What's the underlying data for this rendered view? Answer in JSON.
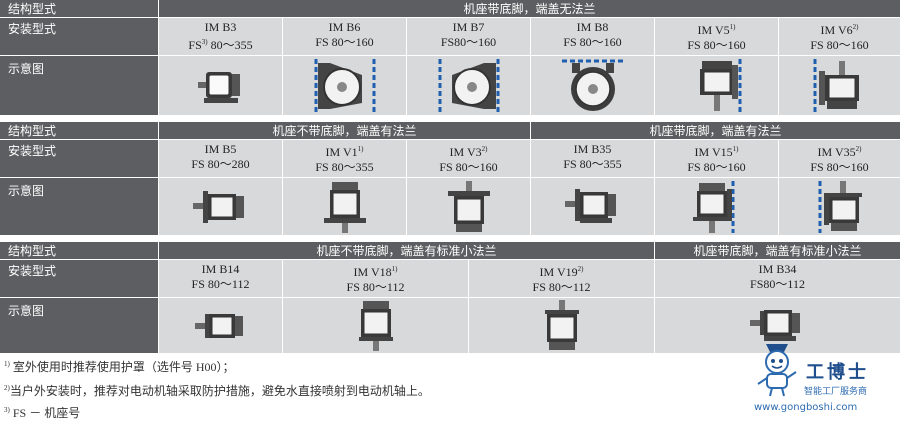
{
  "labels": {
    "structure": "结构型式",
    "mounting": "安装型式",
    "diagram": "示意图"
  },
  "section1": {
    "header": "机座带底脚，端盖无法兰",
    "cells": [
      {
        "im": "IM B3",
        "sup": "",
        "fs_sup": "3)",
        "fs": "FS",
        "range": "80～355"
      },
      {
        "im": "IM B6",
        "sup": "",
        "fs_sup": "",
        "fs": "FS",
        "range": "80～160"
      },
      {
        "im": "IM B7",
        "sup": "",
        "fs_sup": "",
        "fs": "FS",
        "range": "80～160"
      },
      {
        "im": "IM B8",
        "sup": "",
        "fs_sup": "",
        "fs": "FS",
        "range": "80～160"
      },
      {
        "im": "IM V5",
        "sup": "1)",
        "fs_sup": "",
        "fs": "FS",
        "range": "80～160"
      },
      {
        "im": "IM V6",
        "sup": "2)",
        "fs_sup": "",
        "fs": "FS",
        "range": "80～160"
      }
    ]
  },
  "section2": {
    "header_left": "机座不带底脚，端盖有法兰",
    "header_right": "机座带底脚，端盖有法兰",
    "cells": [
      {
        "im": "IM B5",
        "sup": "",
        "fs": "FS",
        "range": "80～280"
      },
      {
        "im": "IM V1",
        "sup": "1)",
        "fs": "FS",
        "range": "80～355"
      },
      {
        "im": "IM V3",
        "sup": "2)",
        "fs": "FS",
        "range": "80～160"
      },
      {
        "im": "IM B35",
        "sup": "",
        "fs": "FS",
        "range": "80～355"
      },
      {
        "im": "IM V15",
        "sup": "1)",
        "fs": "FS",
        "range": "80～160"
      },
      {
        "im": "IM V35",
        "sup": "2)",
        "fs": "FS",
        "range": "80～160"
      }
    ]
  },
  "section3": {
    "header_left": "机座不带底脚，端盖有标准小法兰",
    "header_right": "机座带底脚，端盖有标准小法兰",
    "cells": [
      {
        "im": "IM B14",
        "sup": "",
        "fs": "FS",
        "range": "80～112"
      },
      {
        "im": "IM V18",
        "sup": "1)",
        "fs": "FS",
        "range": "80～112"
      },
      {
        "im": "IM V19",
        "sup": "2)",
        "fs": "FS",
        "range": "80～112"
      },
      {
        "im": "IM B34",
        "sup": "",
        "fs": "FS",
        "range": "80～112"
      }
    ]
  },
  "notes": [
    {
      "sup": "1)",
      "text": "室外使用时推荐使用护罩（选件号 H00）；"
    },
    {
      "sup": "2)",
      "text": "当户外安装时，推荐对电动机轴采取防护措施，避免水直接喷射到电动机轴上。"
    },
    {
      "sup": "3)",
      "text": "FS － 机座号"
    }
  ],
  "logo": {
    "title": "工博士",
    "subtitle": "智能工厂服务商",
    "url": "www.gongboshi.com"
  },
  "colors": {
    "header_bg": "#5d5e61",
    "cell_bg": "#d8d9da",
    "dashed_line": "#1f5fb0"
  }
}
